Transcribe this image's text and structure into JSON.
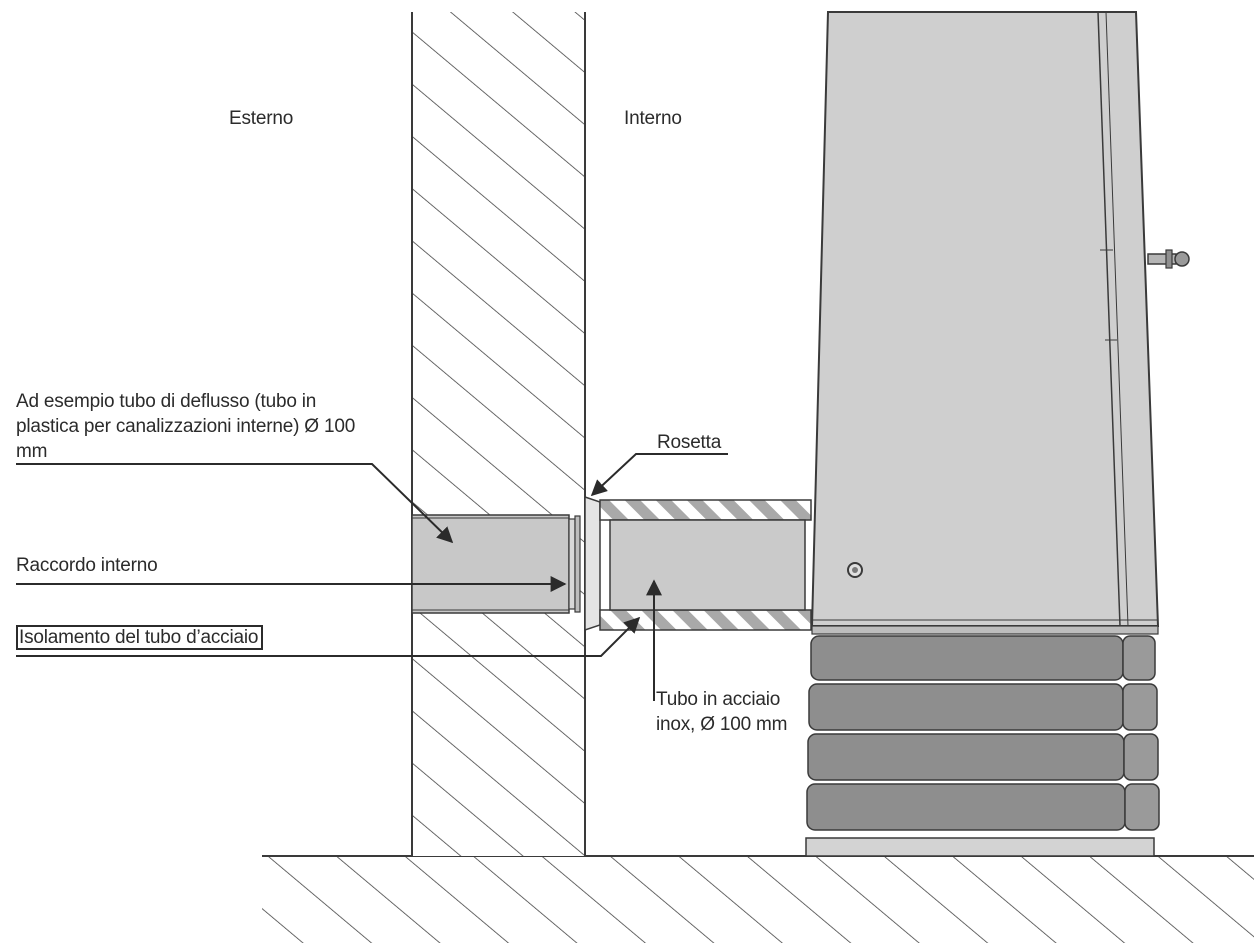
{
  "labels": {
    "esterno": "Esterno",
    "interno": "Interno",
    "rosetta": "Rosetta",
    "ad_esempio": "Ad esempio tubo di deflusso (tubo in plastica per canalizzazioni interne) Ø 100 mm",
    "raccordo_interno": "Raccordo interno",
    "isolamento": "Isolamento del tubo d’acciaio",
    "tubo_acciaio": "Tubo in acciaio inox, Ø 100 mm"
  },
  "colors": {
    "line": "#3a3a3a",
    "stove_body": "#cfcfcf",
    "stove_stone": "#8e8e8e",
    "pipe_fill": "#cacaca",
    "insulation_stripe": "#a9a9a9"
  }
}
